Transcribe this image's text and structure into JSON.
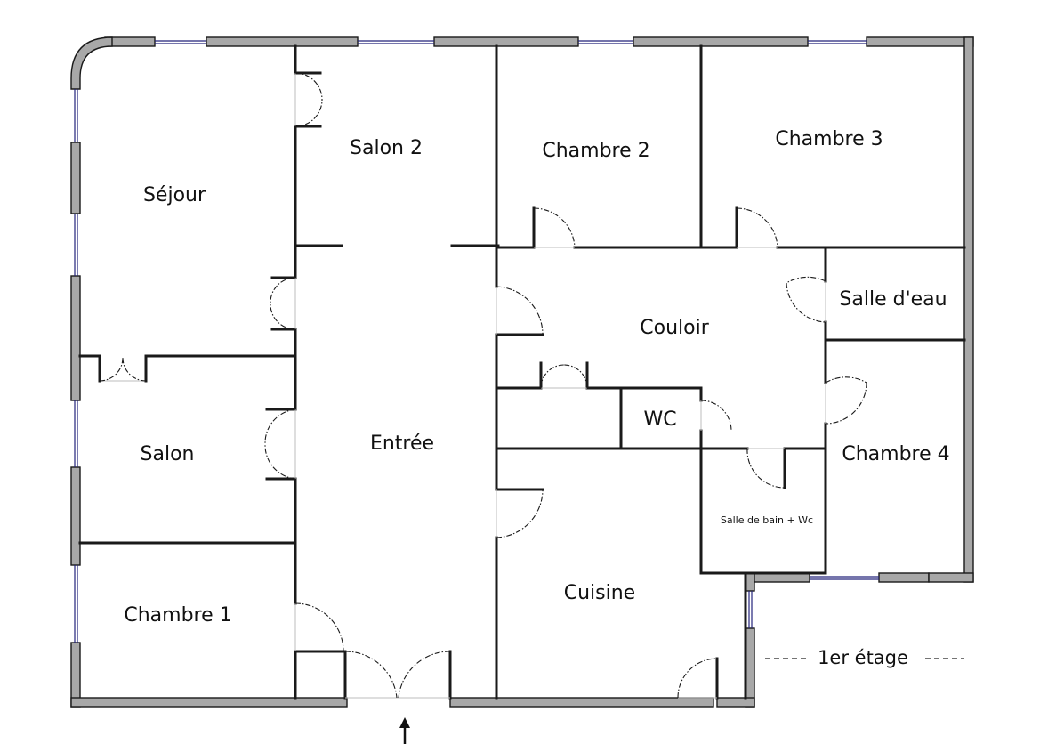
{
  "rooms": {
    "sejour": "Séjour",
    "salon2": "Salon 2",
    "chambre2": "Chambre 2",
    "chambre3": "Chambre 3",
    "salle_eau": "Salle d'eau",
    "couloir": "Couloir",
    "wc": "WC",
    "chambre4": "Chambre 4",
    "salon": "Salon",
    "entree": "Entrée",
    "salle_bain": "Salle de bain + Wc",
    "cuisine": "Cuisine",
    "chambre1": "Chambre 1"
  },
  "floor": "1er étage",
  "entrance_arrow_icon": "arrow-up-icon"
}
